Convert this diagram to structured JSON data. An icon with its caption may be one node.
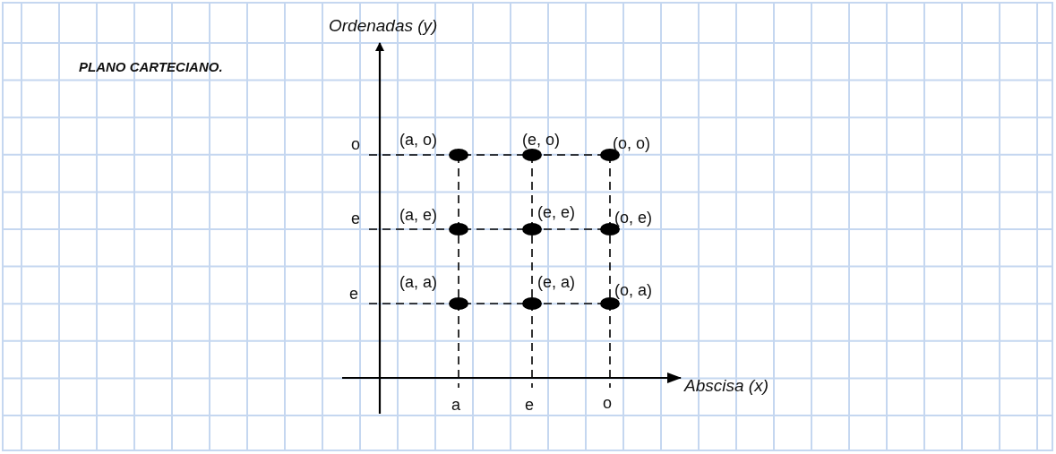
{
  "diagram": {
    "title": "PLANO CARTECIANO.",
    "labels": [
      "Ordenadas (y)",
      "o",
      "(a, o)",
      "(e, o)",
      "(o, o)",
      "e",
      "(a, e)",
      "(e, e)",
      "(o, e)",
      "(a, a)",
      "(e, a)",
      "(o, a)",
      "e",
      "Abscisa (x)",
      "a",
      "e",
      "o"
    ]
  }
}
